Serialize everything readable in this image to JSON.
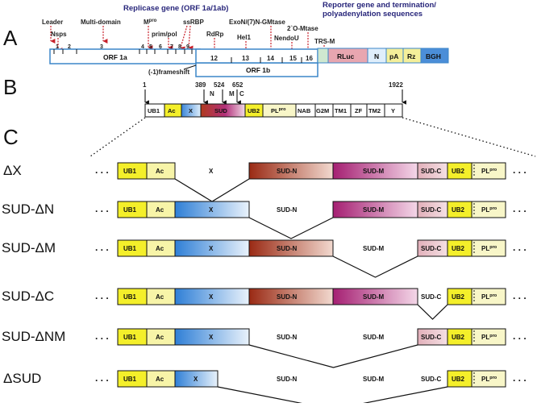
{
  "panels": {
    "a": "A",
    "b": "B",
    "c": "C"
  },
  "colors": {
    "header_text": "#27257a",
    "arrow_red": "#c8202a",
    "orf_border": "#3b86c8",
    "ub_yellow": "#f4ef2a",
    "ac_yellow": "#f7f4a8",
    "x_blue": "#3b86d8",
    "sud_n_brown": "#a6331a",
    "sud_m_magenta": "#b0307a",
    "sud_c_pink": "#e8bcc4",
    "reporter_rluc": "#e8a6b0",
    "reporter_blue": "#4b8ed8",
    "trs_green": "#cfe8d0"
  },
  "panel_a": {
    "header_replicase": "Replicase gene (ORF 1a/1ab)",
    "header_reporter_1": "Reporter gene and termination/",
    "header_reporter_2": "polyadenylation sequences",
    "labels": {
      "leader": "Leader",
      "nsps": "Nsps",
      "multidomain": "Multi-domain",
      "mpro": "M",
      "mpro_sup": "pro",
      "primpol": "prim/pol",
      "ssrbp": "ssRBP",
      "rdrp": "RdRp",
      "hel1": "Hel1",
      "exon": "ExoN/(7)N-GMtase",
      "omtase": "2`O-Mtase",
      "nendou": "NendoU",
      "trs": "TRS-M",
      "frameshift": "(-1)frameshift"
    },
    "orf1a": "ORF 1a",
    "orf1b": "ORF 1b",
    "nsp_numbers": [
      "1",
      "2",
      "3",
      "4",
      "5",
      "6",
      "7",
      "8",
      "9",
      "12",
      "13",
      "14",
      "15",
      "16"
    ],
    "reporter": [
      "RLuc",
      "N",
      "pA",
      "Rz",
      "BGH"
    ]
  },
  "panel_b": {
    "positions": {
      "p1": "1",
      "p389": "389",
      "p524": "524",
      "p652": "652",
      "p1922": "1922"
    },
    "markers": {
      "n": "N",
      "m": "M",
      "c": "C"
    },
    "domains": [
      "UB1",
      "Ac",
      "X",
      "SUD",
      "UB2",
      "PL",
      "NAB",
      "G2M",
      "TM1",
      "ZF",
      "TM2",
      "Y"
    ],
    "pl_sup": "pro"
  },
  "panel_c": {
    "dots": ". . .",
    "seg": {
      "ub1": "UB1",
      "ac": "Ac",
      "x": "X",
      "sud_n": "SUD-N",
      "sud_m": "SUD-M",
      "sud_c": "SUD-C",
      "ub2": "UB2",
      "pl": "PL",
      "pl_sup": "pro"
    },
    "constructs": [
      "ΔX",
      "SUD-ΔN",
      "SUD-ΔM",
      "SUD-ΔC",
      "SUD-ΔNM",
      "ΔSUD"
    ]
  }
}
